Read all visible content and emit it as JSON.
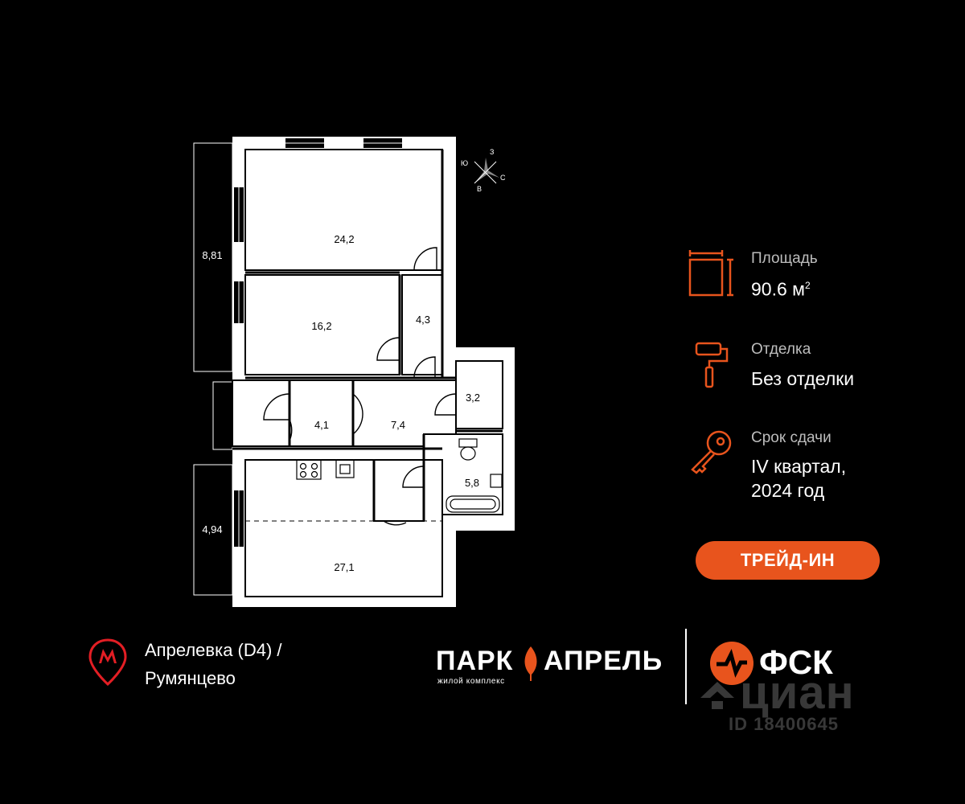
{
  "plan": {
    "rooms": [
      {
        "id": "room1",
        "area": "24,2"
      },
      {
        "id": "room2",
        "area": "16,2"
      },
      {
        "id": "corridor",
        "area": "4,3"
      },
      {
        "id": "bath-small",
        "area": "3,2"
      },
      {
        "id": "hall",
        "area": "4,1"
      },
      {
        "id": "foyer",
        "area": "7,4"
      },
      {
        "id": "bathroom",
        "area": "5,8"
      },
      {
        "id": "kitchen-living",
        "area": "27,1"
      }
    ],
    "balconies": [
      {
        "id": "balcony-top",
        "area": "8,81"
      },
      {
        "id": "balcony-bottom",
        "area": "4,94"
      }
    ],
    "compass": {
      "n": "З",
      "s": "В",
      "e": "С",
      "w": "Ю"
    }
  },
  "info": {
    "area": {
      "label": "Площадь",
      "value": "90.6 м",
      "unit_sup": "2",
      "icon": "area-icon"
    },
    "finish": {
      "label": "Отделка",
      "value": "Без отделки",
      "icon": "paint-roller-icon"
    },
    "delivery": {
      "label": "Срок сдачи",
      "value_line1": "IV квартал,",
      "value_line2": "2024 год",
      "icon": "key-icon"
    }
  },
  "trade_in": {
    "label": "ТРЕЙД-ИН"
  },
  "metro": {
    "line1": "Апрелевка (D4)  /",
    "line2": "Румянцево",
    "icon": "metro-icon"
  },
  "brand": {
    "name_left": "ПАРК",
    "name_right": "АПРЕЛЬ",
    "subtitle": "жилой комплекс",
    "icon": "leaf-icon"
  },
  "developer": {
    "name": "ФСК",
    "icon": "fsk-logo-icon"
  },
  "watermark": {
    "name": "циан",
    "id": "ID 18400645"
  },
  "colors": {
    "accent": "#e8541d",
    "background": "#000000",
    "text": "#ffffff"
  }
}
